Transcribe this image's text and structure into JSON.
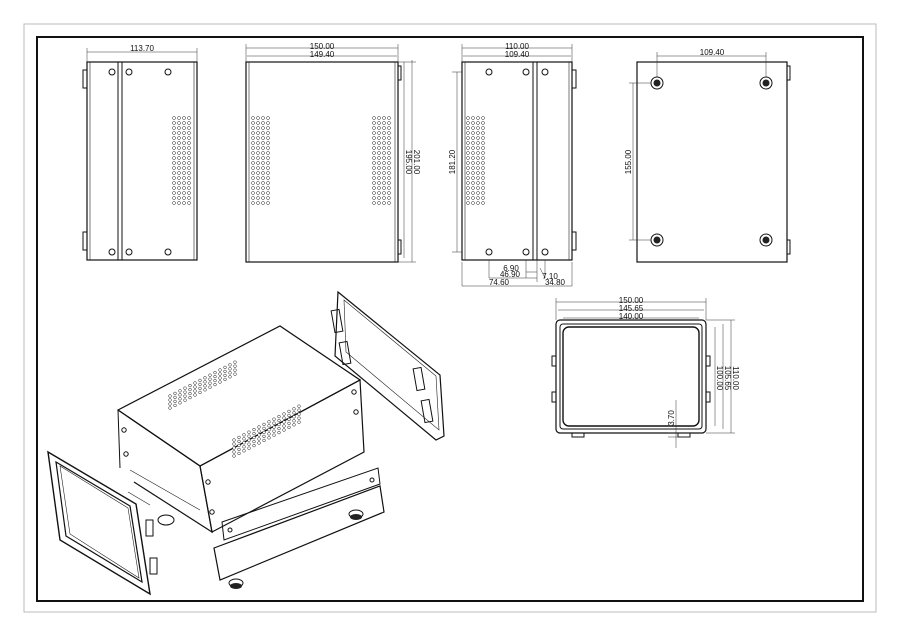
{
  "drawing": {
    "left_view": {
      "width_label": "113.70"
    },
    "front_view": {
      "outer_width_label": "150.00",
      "inner_width_label": "149.40",
      "height_label_1": "195.00",
      "height_label_2": "201.00"
    },
    "side_view": {
      "outer_width_label": "110.00",
      "inner_width_label": "109.40",
      "height_label": "181.20",
      "dim_6_90": "6.90",
      "dim_46_90": "46.90",
      "dim_7_10": "7.10",
      "dim_74_60": "74.60",
      "dim_34_80": "34.80"
    },
    "bottom_view": {
      "width_label": "109.40",
      "height_label": "155.00"
    },
    "end_view": {
      "outer_width_label": "150.00",
      "mid_width_label": "145.65",
      "inner_width_label": "140.00",
      "h1_label": "100.00",
      "h2_label": "105.65",
      "h3_label": "110.00",
      "foot_label": "3.70"
    }
  }
}
